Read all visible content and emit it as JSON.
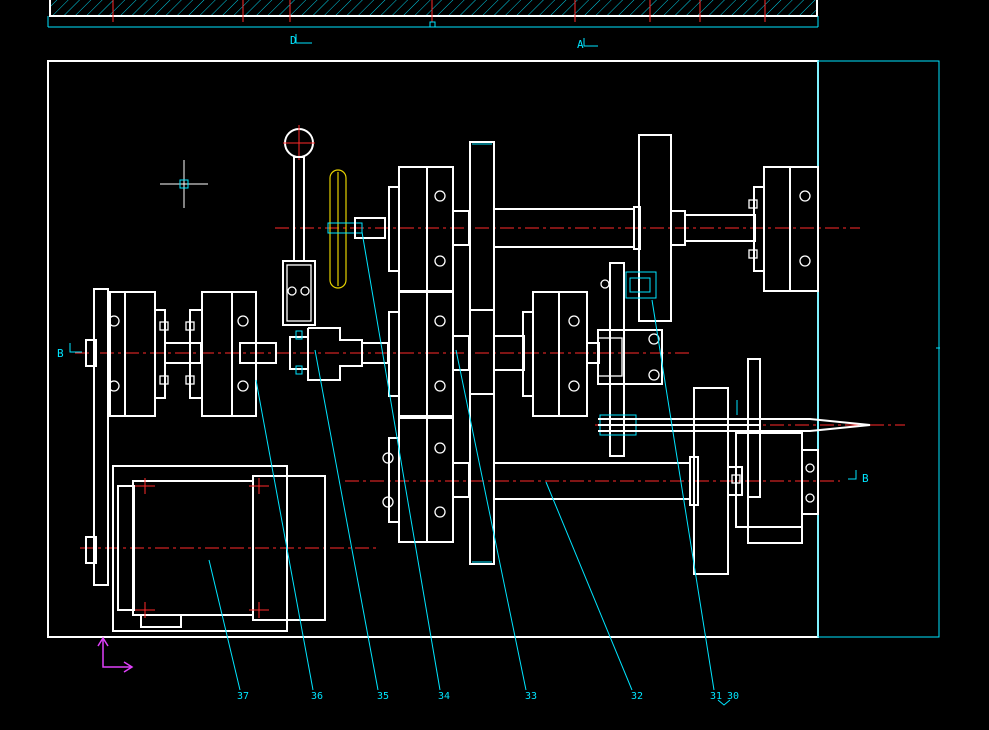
{
  "colors": {
    "background": "#000000",
    "outline": "#ffffff",
    "leader": "#00e5ff",
    "centerline": "#ff2a2a",
    "handwheel": "#e6d200",
    "ucs": "#e040fb"
  },
  "section_marks": {
    "top_left": "D",
    "top_right": "A",
    "left": "B",
    "right": "B"
  },
  "part_labels": [
    "37",
    "36",
    "35",
    "34",
    "33",
    "32",
    "31",
    "30"
  ]
}
